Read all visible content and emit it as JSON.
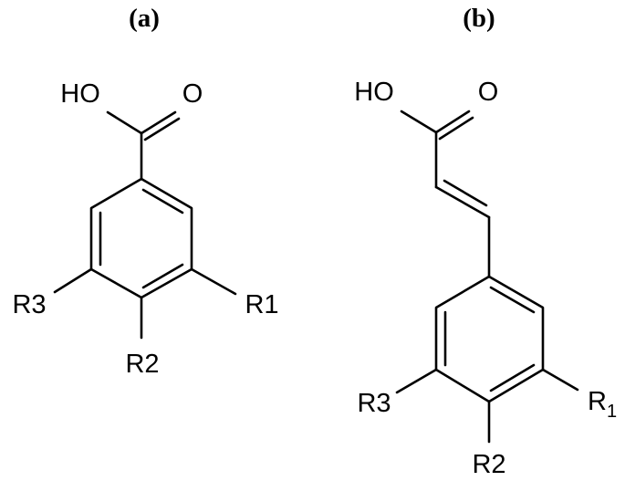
{
  "panel_a": {
    "label": "(a)",
    "atoms": {
      "oh": "HO",
      "o": "O",
      "r1": "R1",
      "r2": "R2",
      "r3": "R3"
    }
  },
  "panel_b": {
    "label": "(b)",
    "atoms": {
      "oh": "HO",
      "o": "O",
      "r1_main": "R",
      "r1_sub": "1",
      "r2": "R2",
      "r3": "R3"
    }
  }
}
